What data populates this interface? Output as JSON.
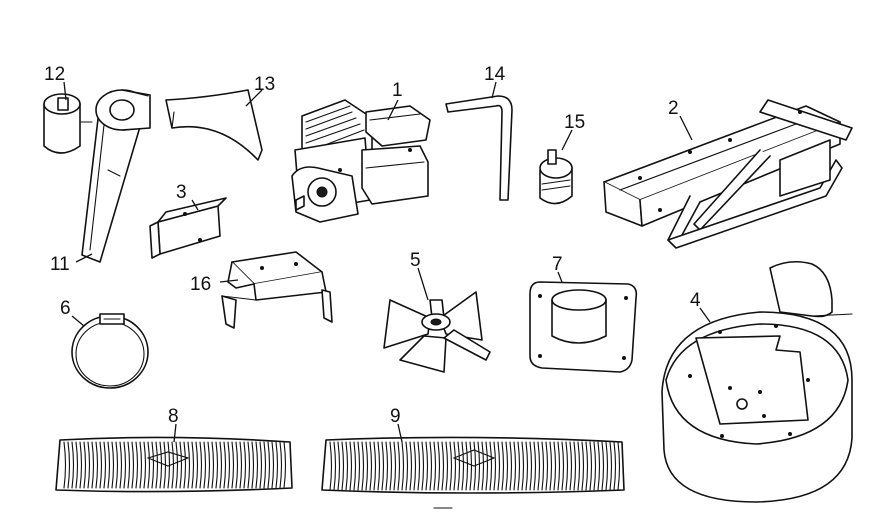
{
  "labels": {
    "p1": "1",
    "p2": "2",
    "p3": "3",
    "p4": "4",
    "p5": "5",
    "p6": "6",
    "p7": "7",
    "p8": "8",
    "p9": "9",
    "p11": "11",
    "p12": "12",
    "p13": "13",
    "p14": "14",
    "p15": "15",
    "p16": "16"
  }
}
